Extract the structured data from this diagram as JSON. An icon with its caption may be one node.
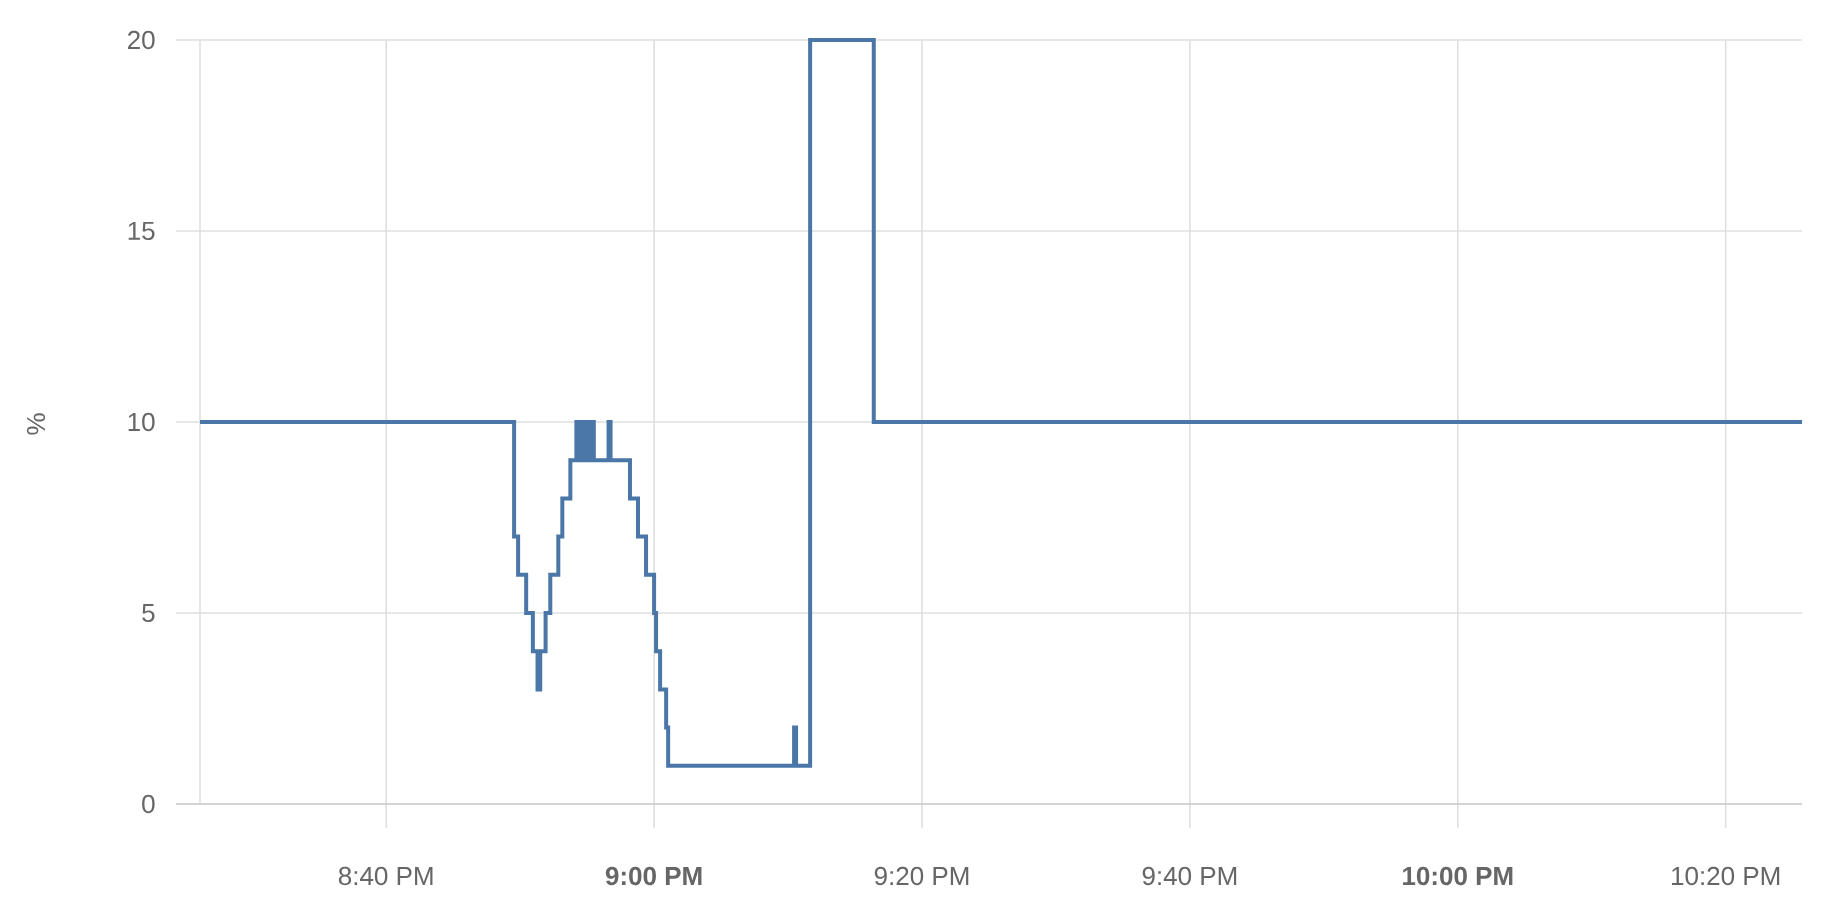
{
  "diagram": {
    "chart_data": {
      "type": "line",
      "ylabel": "%",
      "grid": true,
      "x": [
        1226.1,
        1249.55,
        1249.55,
        1249.85,
        1249.85,
        1250.45,
        1250.45,
        1250.95,
        1250.95,
        1251.3,
        1251.3,
        1251.5,
        1251.5,
        1251.9,
        1251.9,
        1252.25,
        1252.25,
        1252.85,
        1252.85,
        1253.15,
        1253.15,
        1253.75,
        1253.75,
        1254.2,
        1254.2,
        1254.35,
        1254.35,
        1254.5,
        1254.5,
        1254.65,
        1254.65,
        1254.8,
        1254.8,
        1254.95,
        1254.95,
        1255.1,
        1255.1,
        1255.25,
        1255.25,
        1255.4,
        1255.4,
        1255.5,
        1255.5,
        1256.6,
        1256.6,
        1256.75,
        1256.75,
        1258.2,
        1258.2,
        1258.8,
        1258.8,
        1259.4,
        1259.4,
        1260.0,
        1260.0,
        1260.15,
        1260.15,
        1260.45,
        1260.45,
        1260.9,
        1260.9,
        1261.05,
        1261.05,
        1270.45,
        1270.45,
        1270.6,
        1270.6,
        1271.65,
        1271.65,
        1276.4,
        1276.4,
        1345.7
      ],
      "series": [
        {
          "color": "#4a76a8",
          "values": [
            10,
            10,
            7,
            7,
            6,
            6,
            5,
            5,
            4,
            4,
            3,
            3,
            4,
            4,
            5,
            5,
            6,
            6,
            7,
            7,
            8,
            8,
            9,
            9,
            10,
            10,
            9,
            9,
            10,
            10,
            9,
            9,
            10,
            10,
            9,
            9,
            10,
            10,
            9,
            9,
            10,
            10,
            9,
            9,
            10,
            10,
            9,
            9,
            8,
            8,
            7,
            7,
            6,
            6,
            5,
            5,
            4,
            4,
            3,
            3,
            2,
            2,
            1,
            1,
            2,
            2,
            1,
            1,
            20,
            20,
            10,
            10
          ]
        }
      ],
      "xlim": [
        1226.1,
        1345.7
      ],
      "ylim": [
        0,
        20
      ],
      "xticks": [
        {
          "value": 1240,
          "label": "8:40 PM"
        },
        {
          "value": 1260,
          "label": "9:00 PM"
        },
        {
          "value": 1280,
          "label": "9:20 PM"
        },
        {
          "value": 1300,
          "label": "9:40 PM"
        },
        {
          "value": 1320,
          "label": "10:00 PM"
        },
        {
          "value": 1340,
          "label": "10:20 PM"
        }
      ],
      "yticks": [
        0,
        5,
        10,
        15,
        20
      ]
    }
  }
}
